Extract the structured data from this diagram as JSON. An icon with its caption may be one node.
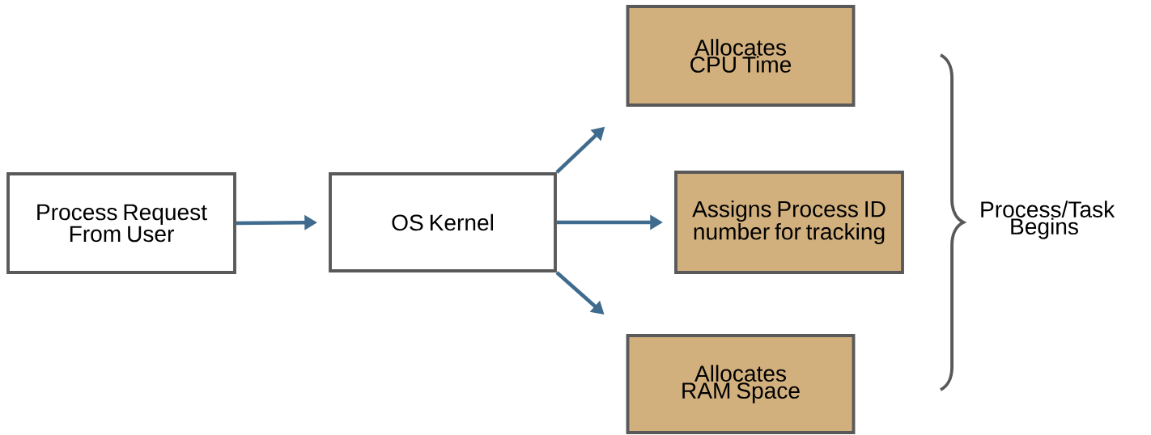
{
  "diagram": {
    "nodes": [
      {
        "text": [
          "Process Request From User"
        ]
      },
      {
        "text": [
          "OS Kernel"
        ]
      },
      {
        "text": [
          "Allocates CPU Time"
        ]
      },
      {
        "text": [
          "Assigns Process ID number for tracking"
        ]
      },
      {
        "text": [
          "Allocates RAM Space"
        ]
      }
    ],
    "edges": [
      {
        "from": 0,
        "to": 1,
        "arrow": "to"
      },
      {
        "from": 1,
        "to": 2,
        "arrow": "to"
      },
      {
        "from": 1,
        "to": 3,
        "arrow": "to"
      },
      {
        "from": 1,
        "to": 4,
        "arrow": "to"
      }
    ],
    "labels": [
      "Process/Task Begins"
    ]
  }
}
